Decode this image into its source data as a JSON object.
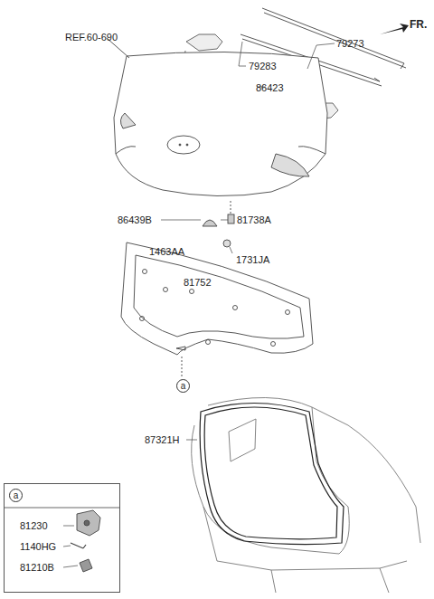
{
  "diagram": {
    "nodes": [
      {
        "text": [
          "a"
        ]
      },
      {
        "text": [
          "81230",
          "1140HG",
          "81210B"
        ]
      },
      {
        "text": [
          "a"
        ],
        "in": 1
      }
    ],
    "labels": [
      "REF.60-690",
      "FR.",
      "79273",
      "79283",
      "86423",
      "86439B",
      "81738A",
      "1463AA",
      "1731JA",
      "81752",
      "87321H"
    ]
  }
}
